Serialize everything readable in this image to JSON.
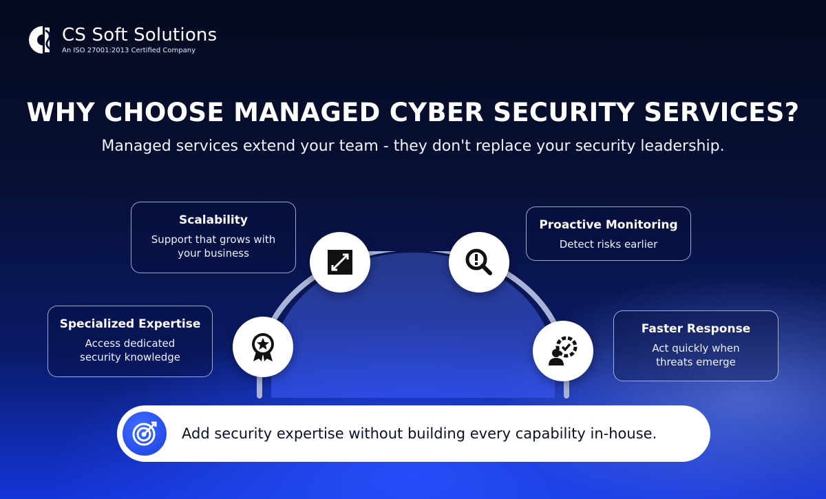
{
  "brand": {
    "name": "CS Soft Solutions",
    "tagline": "An ISO 27001:2013 Certified Company",
    "logo_icon": "cs-logo-icon"
  },
  "headline": "WHY CHOOSE MANAGED CYBER SECURITY SERVICES?",
  "subheadline": "Managed services extend your team - they don't replace your security leadership.",
  "features": [
    {
      "title": "Scalability",
      "desc_line1": "Support that grows with",
      "desc_line2": "your business",
      "icon": "expand-arrows-icon"
    },
    {
      "title": "Proactive Monitoring",
      "desc_line1": "Detect risks earlier",
      "icon": "search-alert-icon"
    },
    {
      "title": "Specialized Expertise",
      "desc_line1": "Access dedicated",
      "desc_line2": "security knowledge",
      "icon": "award-badge-icon"
    },
    {
      "title": "Faster Response",
      "desc_line1": "Act quickly when",
      "desc_line2": "threats emerge",
      "icon": "user-gear-check-icon"
    }
  ],
  "banner": {
    "text": "Add security expertise without building every capability in-house.",
    "icon": "target-arrow-icon"
  },
  "colors": {
    "background_dark": "#050a1f",
    "background_blue": "#1435d8",
    "accent_blue": "#2a4ff0",
    "icon_dark": "#111111"
  }
}
